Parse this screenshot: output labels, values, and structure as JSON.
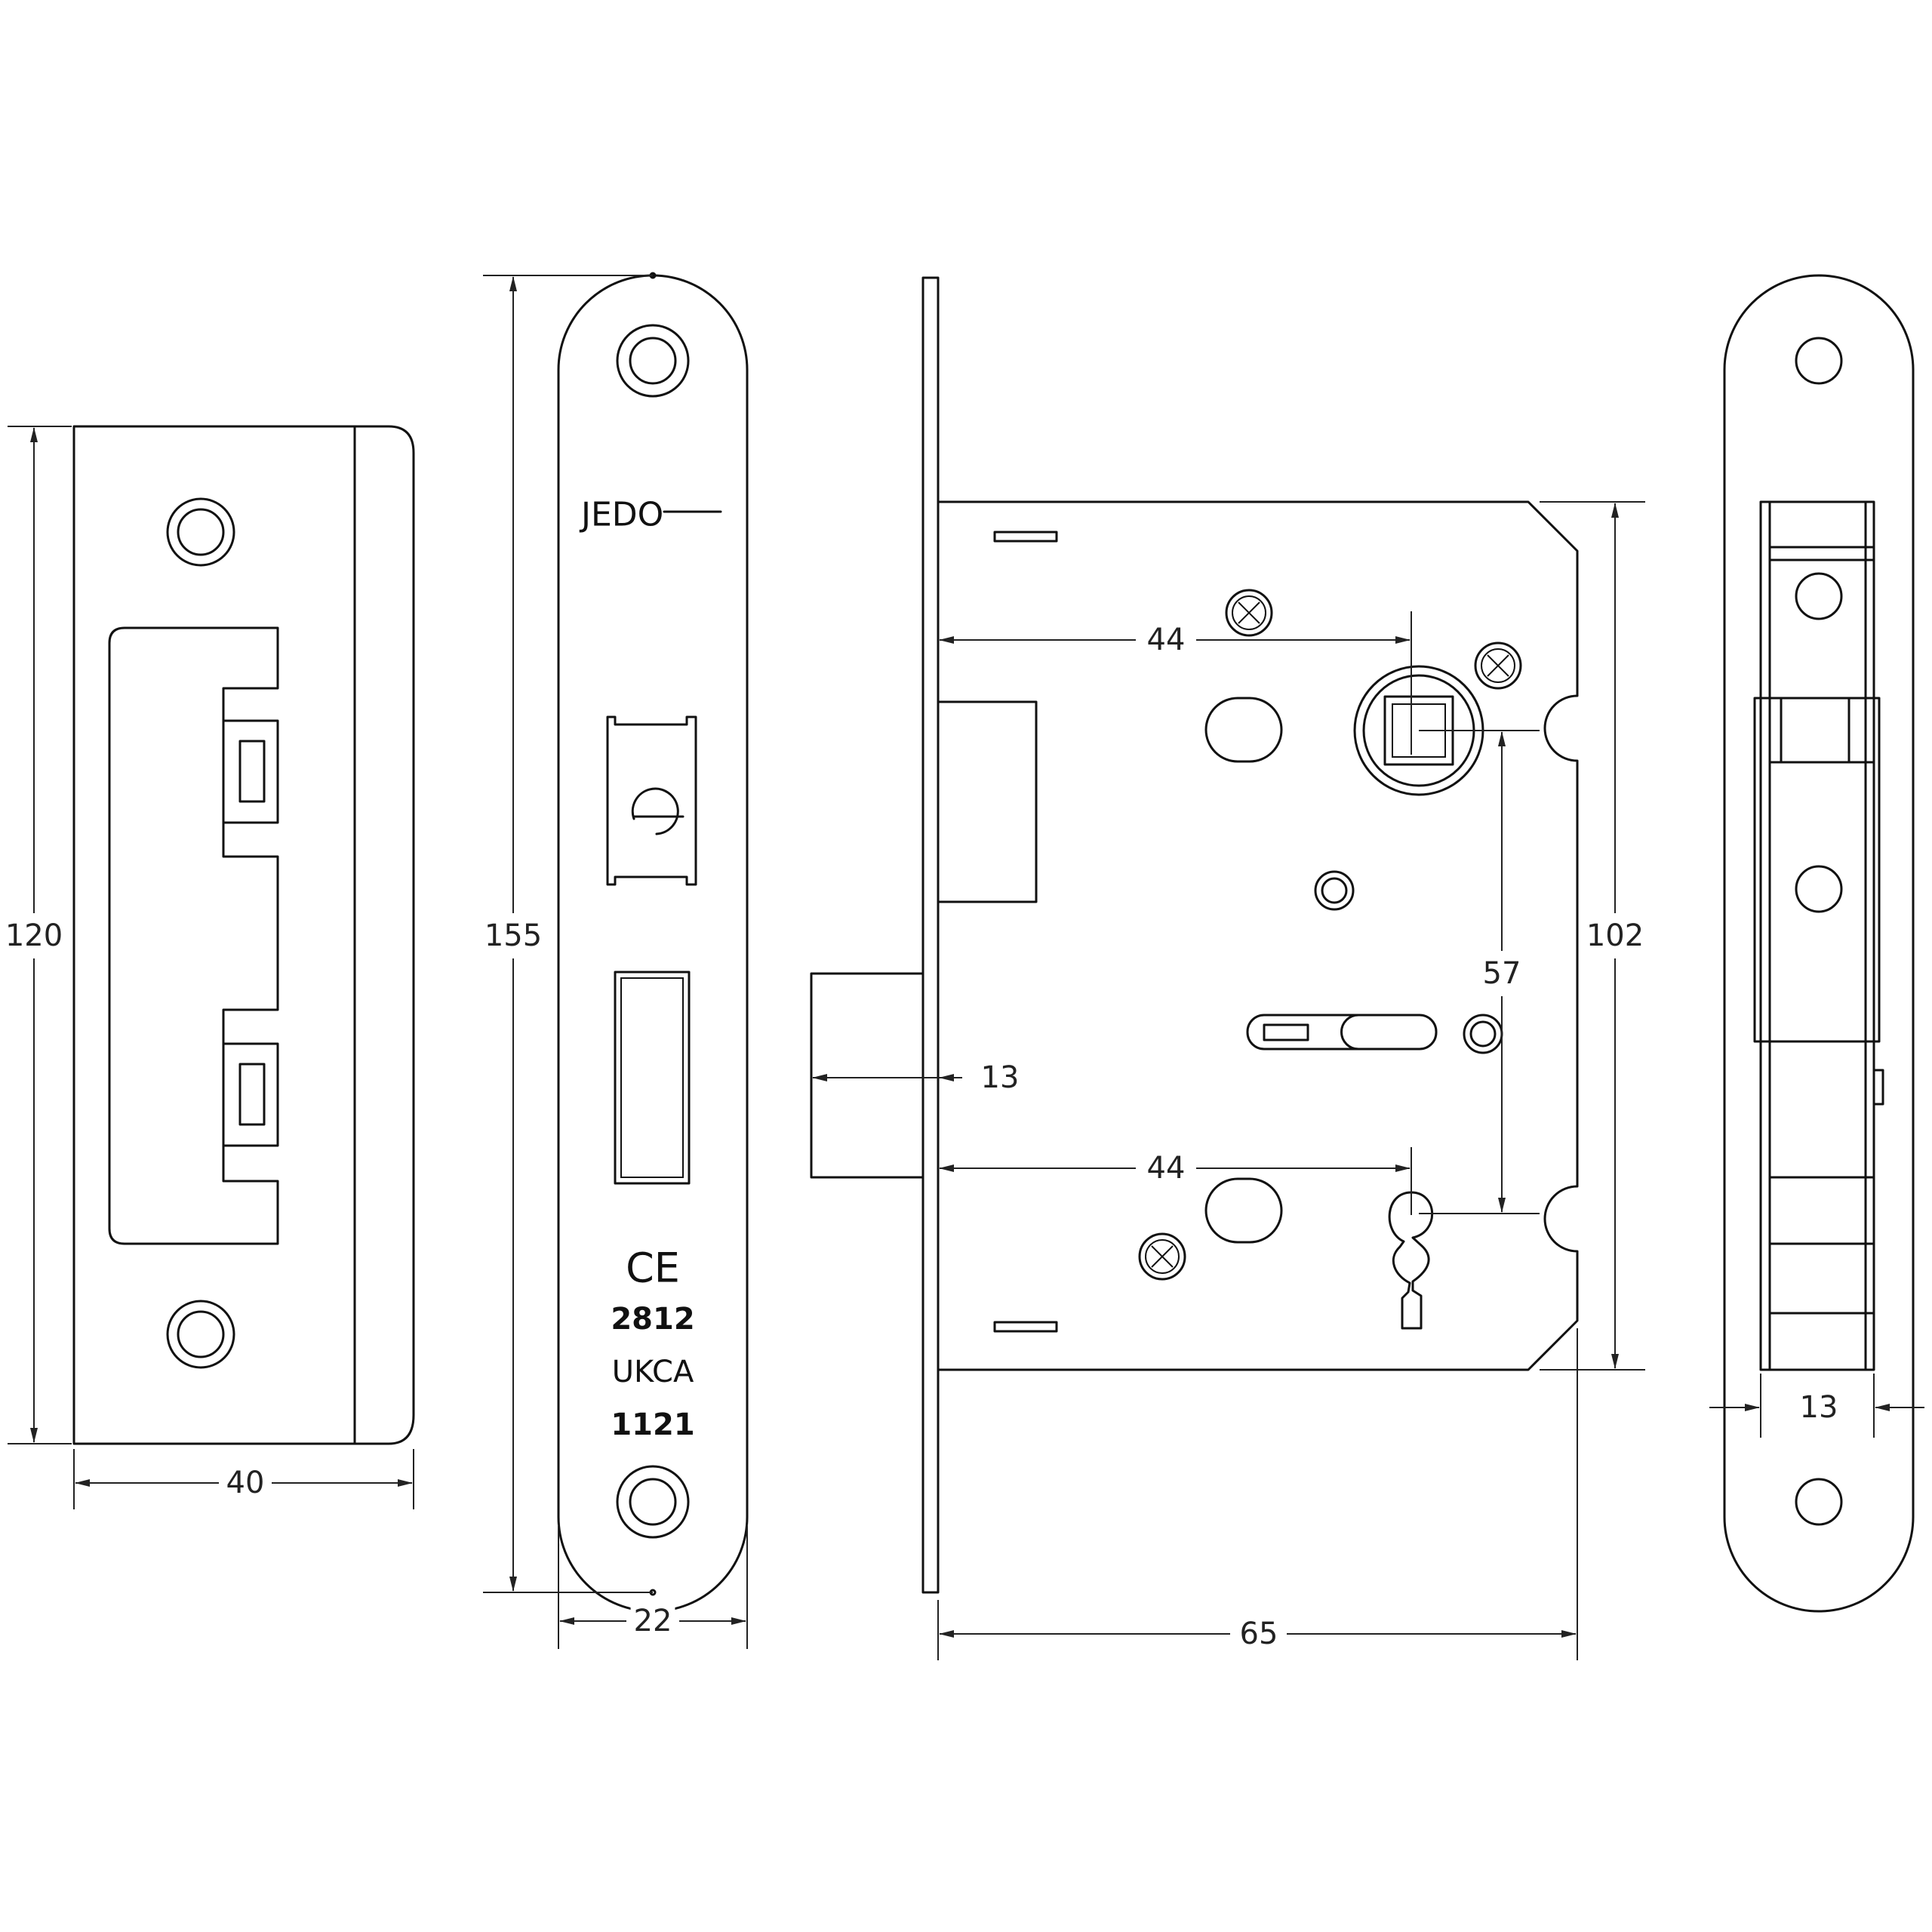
{
  "dimensions": {
    "strike_height": "120",
    "strike_width": "40",
    "forend_height": "155",
    "forend_width": "22",
    "spindle_backset": "44",
    "keyhole_backset": "44",
    "centres": "57",
    "case_height": "102",
    "latch_throw": "13",
    "case_depth": "65",
    "case_thickness": "13"
  },
  "markings": {
    "brand": "JEDO",
    "ce": "CE",
    "notified_body": "2812",
    "ukca": "UKCA",
    "ukca_body": "1121"
  }
}
